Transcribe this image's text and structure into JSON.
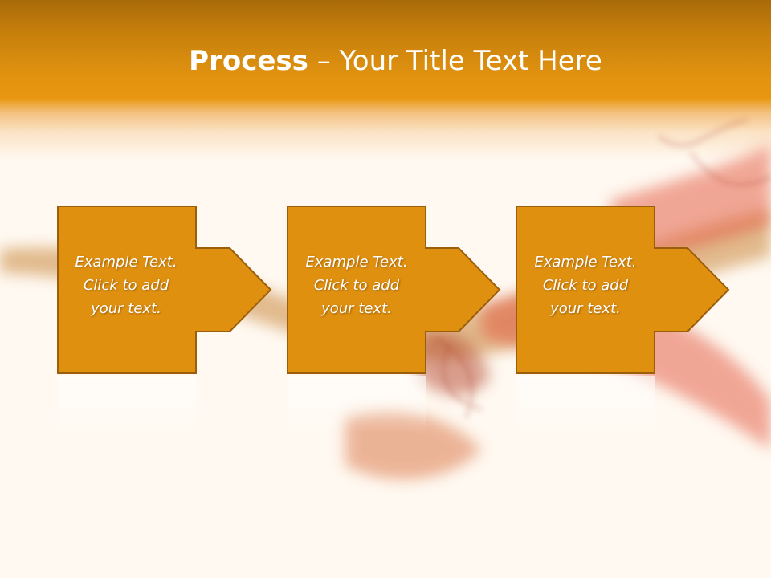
{
  "title": {
    "bold_part": "Process",
    "separator": "–",
    "rest_part": "Your Title Text Here"
  },
  "steps": [
    {
      "lines": [
        "Example Text.",
        "Click  to add",
        "your text."
      ]
    },
    {
      "lines": [
        "Example Text.",
        "Click  to add",
        "your text."
      ]
    },
    {
      "lines": [
        "Example Text.",
        "Click  to add",
        "your text."
      ]
    }
  ],
  "colors": {
    "header_dark": "#a86a0a",
    "header_mid": "#e39410",
    "box_fill": "#e0900f",
    "box_border": "#9b5f0c",
    "background": "#fff9f1",
    "smoke_red": "#e2553a",
    "text": "#ffffff"
  }
}
